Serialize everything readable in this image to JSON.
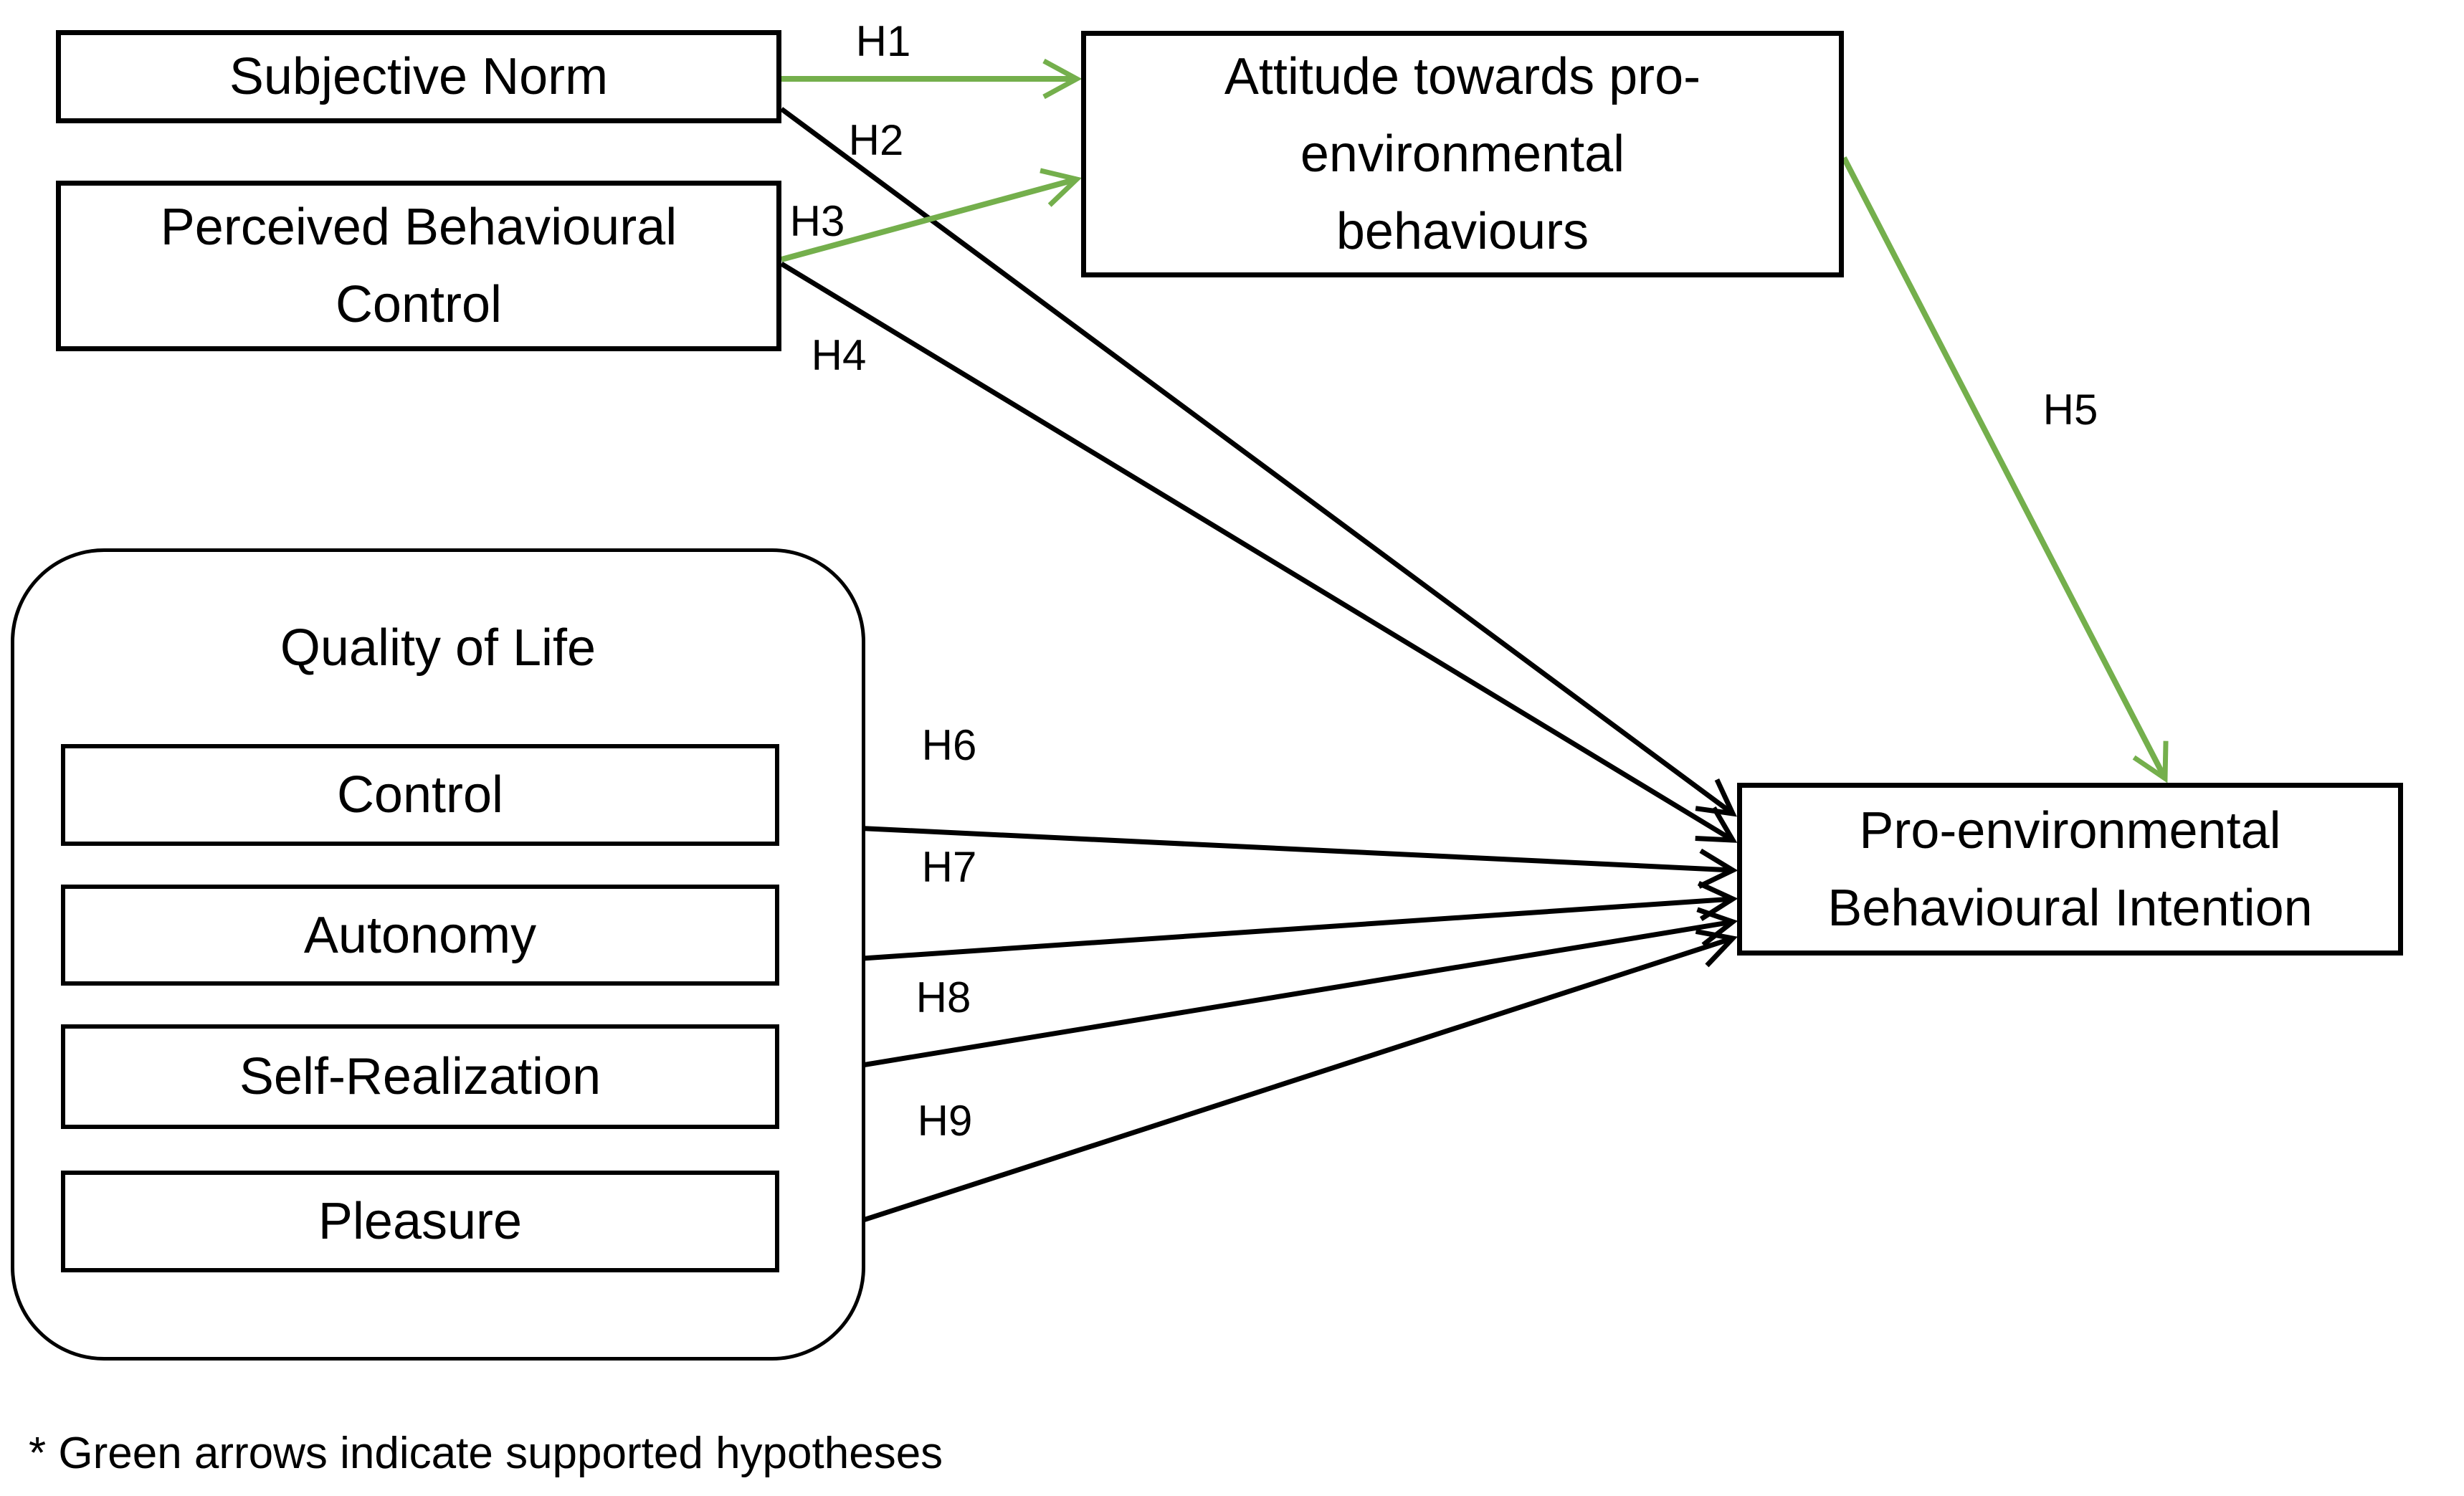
{
  "figure": {
    "nodes": {
      "subjective_norm": "Subjective Norm",
      "perceived_behavioural_control": "Perceived Behavioural Control",
      "attitude": "Attitude towards pro-environmental behaviours",
      "quality_of_life_title": "Quality of Life",
      "qol_control": "Control",
      "qol_autonomy": "Autonomy",
      "qol_self_realization": "Self-Realization",
      "qol_pleasure": "Pleasure",
      "intention": "Pro-environmental Behavioural Intention"
    },
    "hypotheses": [
      {
        "label": "H1",
        "supported": true,
        "from": "Subjective Norm",
        "to": "Attitude towards pro-environmental behaviours"
      },
      {
        "label": "H2",
        "supported": false,
        "from": "Subjective Norm",
        "to": "Pro-environmental Behavioural Intention"
      },
      {
        "label": "H3",
        "supported": true,
        "from": "Perceived Behavioural Control",
        "to": "Attitude towards pro-environmental behaviours"
      },
      {
        "label": "H4",
        "supported": false,
        "from": "Perceived Behavioural Control",
        "to": "Pro-environmental Behavioural Intention"
      },
      {
        "label": "H5",
        "supported": true,
        "from": "Attitude towards pro-environmental behaviours",
        "to": "Pro-environmental Behavioural Intention"
      },
      {
        "label": "H6",
        "supported": false,
        "from": "Control",
        "to": "Pro-environmental Behavioural Intention"
      },
      {
        "label": "H7",
        "supported": false,
        "from": "Autonomy",
        "to": "Pro-environmental Behavioural Intention"
      },
      {
        "label": "H8",
        "supported": false,
        "from": "Self-Realization",
        "to": "Pro-environmental Behavioural Intention"
      },
      {
        "label": "H9",
        "supported": false,
        "from": "Pleasure",
        "to": "Pro-environmental Behavioural Intention"
      }
    ],
    "footnote": "* Green arrows indicate supported hypotheses",
    "colors": {
      "supported_arrow": "#74af4c",
      "unsupported_arrow": "#000000",
      "box_border": "#000000",
      "background": "#ffffff"
    }
  }
}
